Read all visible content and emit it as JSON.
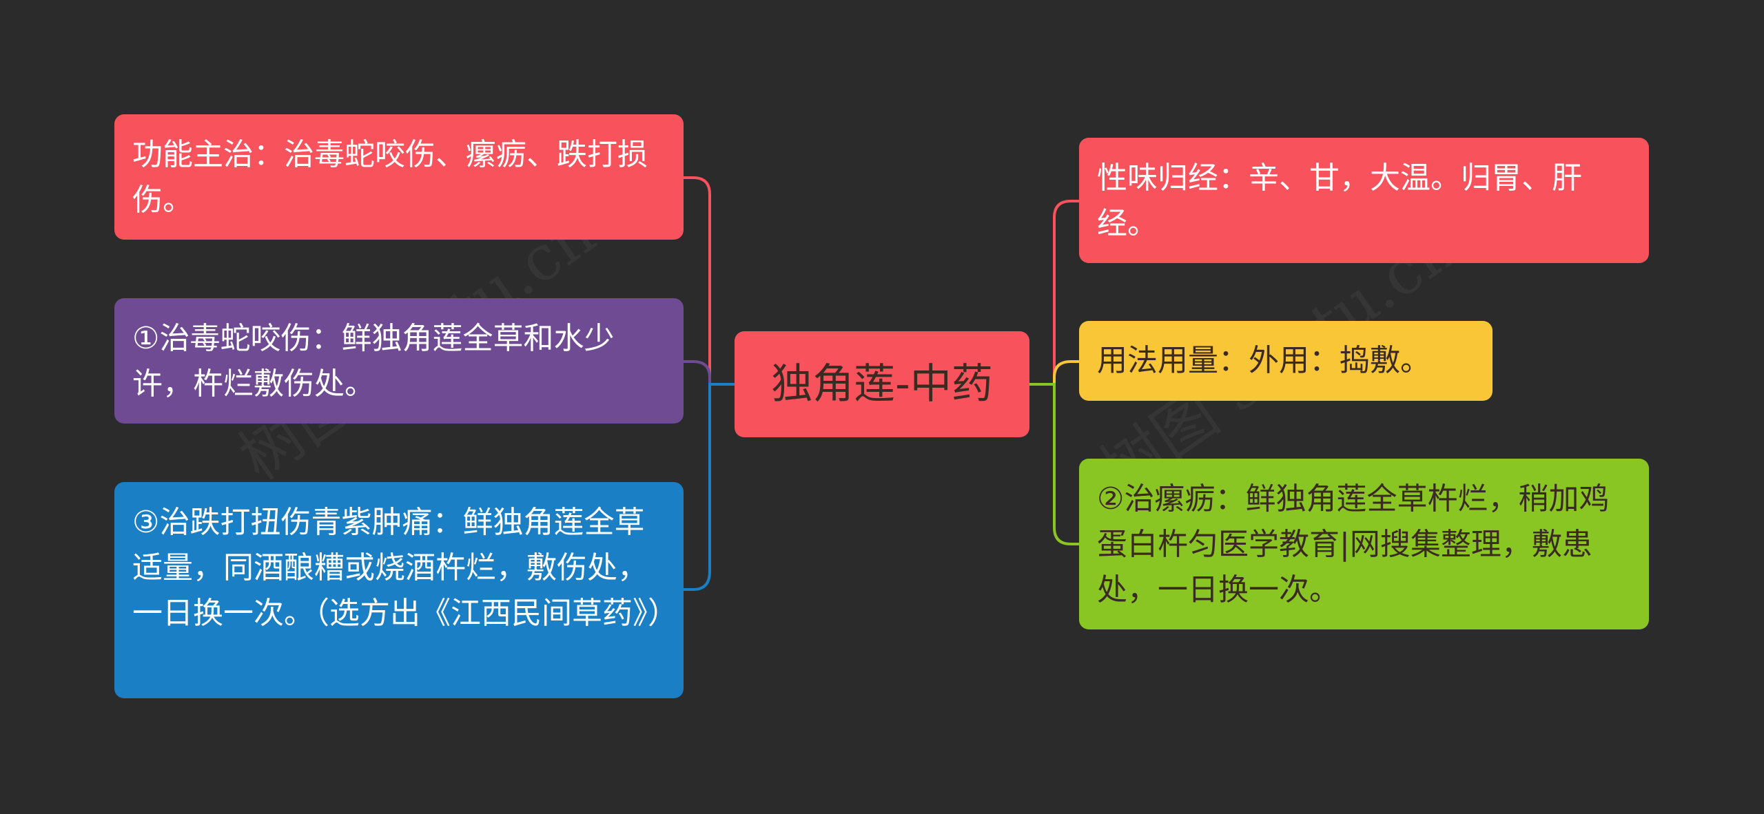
{
  "center": {
    "label": "独角莲-中药",
    "color": "#f8535c"
  },
  "left_nodes": [
    {
      "text": "功能主治：治毒蛇咬伤、瘰疬、跌打损伤。",
      "color": "#f8535c",
      "link_color": "#f8535c"
    },
    {
      "text": "①治毒蛇咬伤：鲜独角莲全草和水少许，杵烂敷伤处。",
      "color": "#6e4b93",
      "link_color": "#6e4b93"
    },
    {
      "text": "③治跌打扭伤青紫肿痛：鲜独角莲全草适量，同酒酿糟或烧酒杵烂，敷伤处，一日换一次。（选方出《江西民间草药》）",
      "color": "#1a7fc4",
      "link_color": "#1a7fc4"
    }
  ],
  "right_nodes": [
    {
      "text": "性味归经：辛、甘，大温。归胃、肝经。",
      "color": "#f8535c",
      "link_color": "#f8535c"
    },
    {
      "text": "用法用量：外用：捣敷。",
      "color": "#f8c636",
      "link_color": "#f8c636"
    },
    {
      "text": "②治瘰疬：鲜独角莲全草杵烂，稍加鸡蛋白杵匀医学教育|网搜集整理，敷患处，一日换一次。",
      "color": "#89c624",
      "link_color": "#89c624"
    }
  ]
}
